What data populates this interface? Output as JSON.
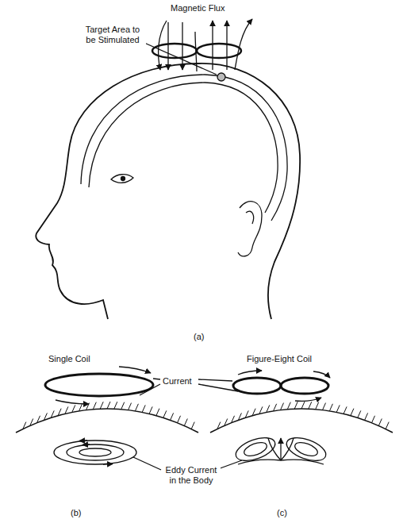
{
  "diagram": {
    "labels": [
      "Magnetic Flux",
      "Target Area to be Stimulated",
      "(a)",
      "Single Coil",
      "Current",
      "Figure-Eight Coil",
      "Eddy Current in the Body",
      "(b)",
      "(c)"
    ]
  }
}
